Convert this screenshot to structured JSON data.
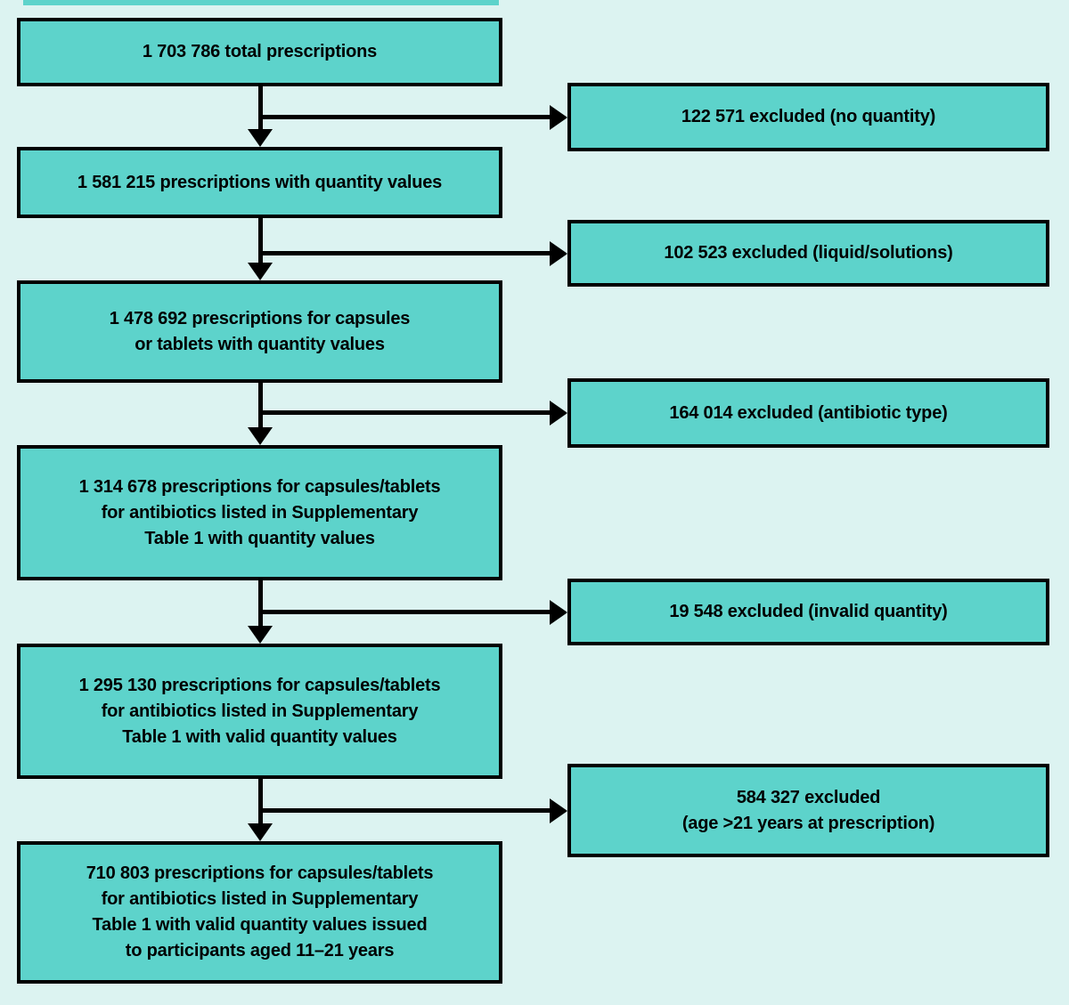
{
  "colors": {
    "background": "#dcf3f1",
    "box_fill": "#5dd3cb",
    "box_border": "#000000",
    "arrow": "#000000",
    "text": "#000000"
  },
  "flowchart": {
    "type": "exclusion-flow-diagram",
    "main": [
      {
        "value": 1703786,
        "lines": [
          "1 703 786 total prescriptions"
        ]
      },
      {
        "value": 1581215,
        "lines": [
          "1 581 215 prescriptions with quantity values"
        ]
      },
      {
        "value": 1478692,
        "lines": [
          "1 478 692 prescriptions for capsules",
          "or tablets with quantity values"
        ]
      },
      {
        "value": 1314678,
        "lines": [
          "1 314 678 prescriptions for capsules/tablets",
          "for antibiotics listed in Supplementary",
          "Table 1 with quantity values"
        ]
      },
      {
        "value": 1295130,
        "lines": [
          "1 295 130 prescriptions for capsules/tablets",
          "for antibiotics listed in Supplementary",
          "Table 1 with valid quantity values"
        ]
      },
      {
        "value": 710803,
        "lines": [
          "710 803 prescriptions for capsules/tablets",
          "for antibiotics listed in Supplementary",
          "Table 1 with valid quantity values issued",
          "to participants aged 11–21 years"
        ]
      }
    ],
    "excluded": [
      {
        "value": 122571,
        "lines": [
          "122 571 excluded (no quantity)"
        ]
      },
      {
        "value": 102523,
        "lines": [
          "102 523 excluded (liquid/solutions)"
        ]
      },
      {
        "value": 164014,
        "lines": [
          "164 014 excluded (antibiotic type)"
        ]
      },
      {
        "value": 19548,
        "lines": [
          "19 548 excluded (invalid quantity)"
        ]
      },
      {
        "value": 584327,
        "lines": [
          "584 327 excluded",
          "(age >21 years at prescription)"
        ]
      }
    ]
  }
}
